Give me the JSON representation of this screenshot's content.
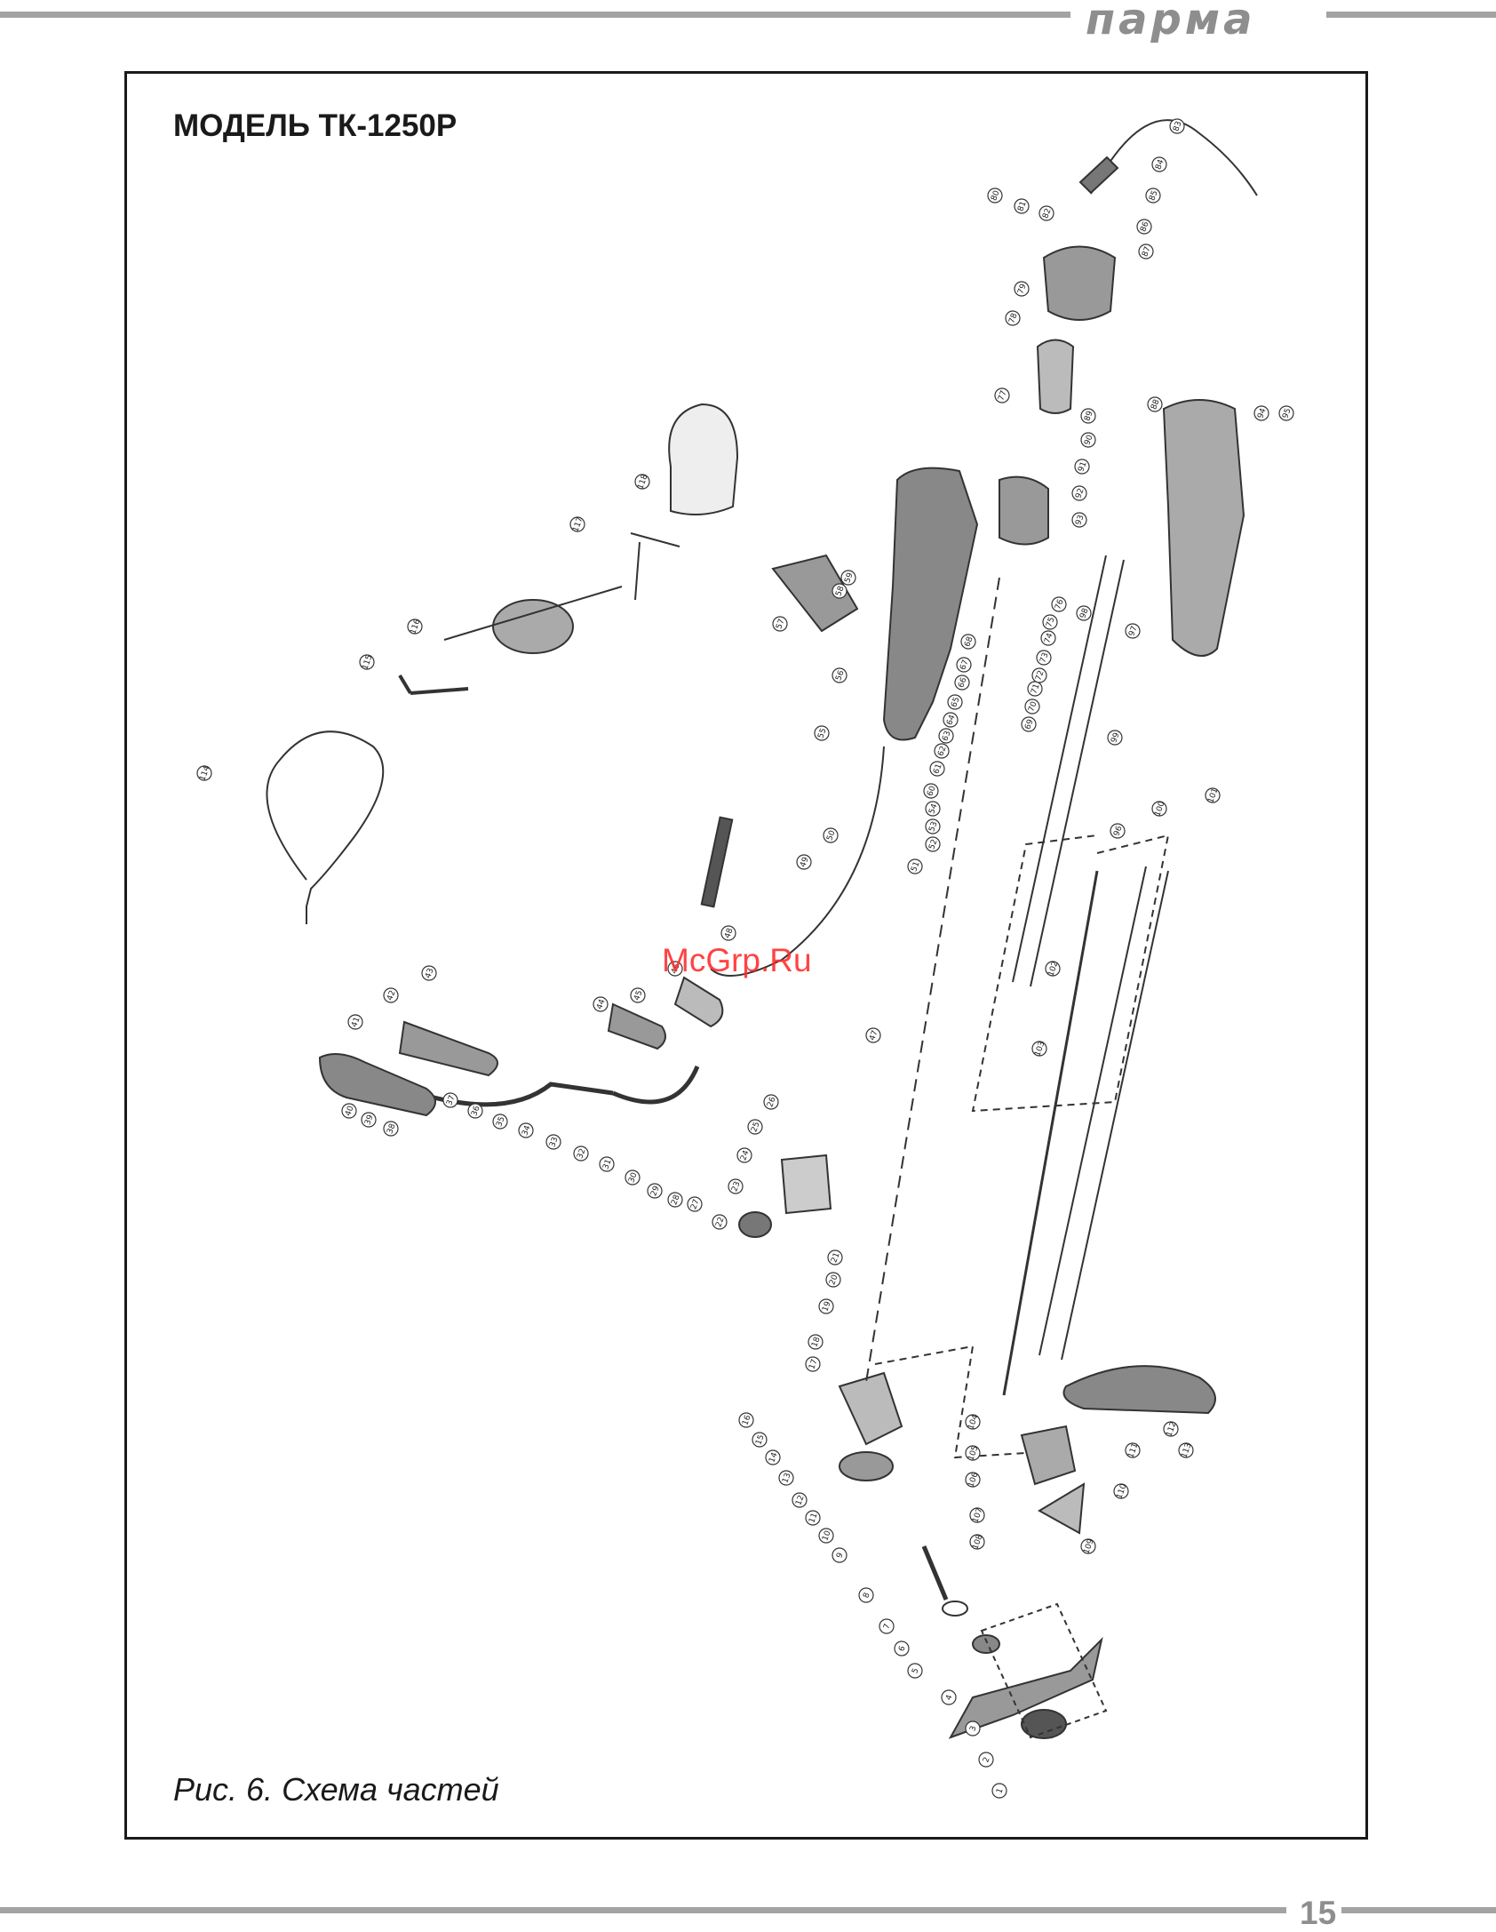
{
  "header": {
    "brand": "парма"
  },
  "title": "МОДЕЛЬ ТК-1250Р",
  "caption": "Рис. 6. Схема частей",
  "watermark": "McGrp.Ru",
  "page_number": "15",
  "part_callouts": [
    "1",
    "2",
    "3",
    "4",
    "5",
    "6",
    "7",
    "8",
    "9",
    "10",
    "11",
    "12",
    "13",
    "14",
    "15",
    "16",
    "17",
    "18",
    "19",
    "20",
    "21",
    "22",
    "23",
    "24",
    "25",
    "26",
    "27",
    "28",
    "29",
    "30",
    "31",
    "32",
    "33",
    "34",
    "35",
    "36",
    "37",
    "38",
    "39",
    "40",
    "41",
    "42",
    "43",
    "44",
    "45",
    "46",
    "47",
    "48",
    "49",
    "50",
    "51",
    "52",
    "53",
    "54",
    "55",
    "56",
    "57",
    "58",
    "59",
    "60",
    "61",
    "62",
    "63",
    "64",
    "65",
    "66",
    "67",
    "68",
    "69",
    "70",
    "71",
    "72",
    "73",
    "74",
    "75",
    "76",
    "77",
    "78",
    "79",
    "80",
    "81",
    "82",
    "83",
    "84",
    "85",
    "86",
    "87",
    "88",
    "89",
    "90",
    "91",
    "92",
    "93",
    "94",
    "95",
    "96",
    "97",
    "98",
    "99",
    "100",
    "101",
    "102",
    "103",
    "104",
    "105",
    "106",
    "107",
    "108",
    "109",
    "110",
    "111",
    "112",
    "113",
    "114",
    "115",
    "116",
    "117",
    "118"
  ],
  "colors": {
    "frame": "#1a1a1a",
    "header_gray": "#a3a3a3",
    "brand_gray": "#8e8e8e",
    "watermark_red": "#ff2a2a"
  }
}
